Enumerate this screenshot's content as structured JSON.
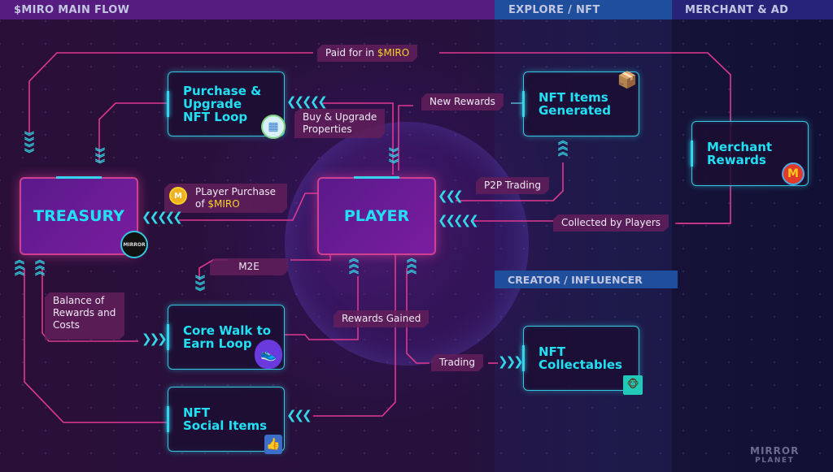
{
  "headers": {
    "main_flow": "$MIRO MAIN FLOW",
    "explore_nft": "EXPLORE / NFT",
    "merchant_ad": "MERCHANT & AD",
    "creator_influencer": "CREATOR / INFLUENCER"
  },
  "nodes": {
    "treasury": "TREASURY",
    "player": "PLAYER",
    "purchase_upgrade": "Purchase &\nUpgrade\nNFT Loop",
    "nft_items_generated": "NFT Items\nGenerated",
    "merchant_rewards": "Merchant\nRewards",
    "core_walk": "Core Walk to\nEarn Loop",
    "nft_social_items": "NFT\nSocial Items",
    "nft_collectables": "NFT\nCollectables"
  },
  "labels": {
    "paid_for_prefix": "Paid for in ",
    "paid_for_token": "$MIRO",
    "buy_upgrade": "Buy & Upgrade\nProperties",
    "player_purchase_prefix": "PLayer Purchase\nof ",
    "player_purchase_token": "$MIRO",
    "new_rewards": "New Rewards",
    "p2p_trading": "P2P Trading",
    "collected_by_players": "Collected by Players",
    "m2e": "M2E",
    "balance": "Balance of\nRewards and\nCosts",
    "rewards_gained": "Rewards Gained",
    "trading": "Trading"
  },
  "icons": {
    "building": "building-icon",
    "drone": "drone-package-icon",
    "mcdonalds": "M",
    "sneaker": "sneaker-icon",
    "thumbs": "thumbs-up-icon",
    "ape": "ape-nft-icon",
    "coin": "M",
    "mirror_badge": "MIRROR"
  },
  "logo": {
    "line1": "MIRROR",
    "line2": "PLANET"
  },
  "colors": {
    "wire": "#e0388f",
    "accent": "#22e0f4",
    "token": "#f6d226",
    "main_header": "#561c80",
    "explore_header": "#1e4e9c",
    "merchant_header": "#262378"
  }
}
